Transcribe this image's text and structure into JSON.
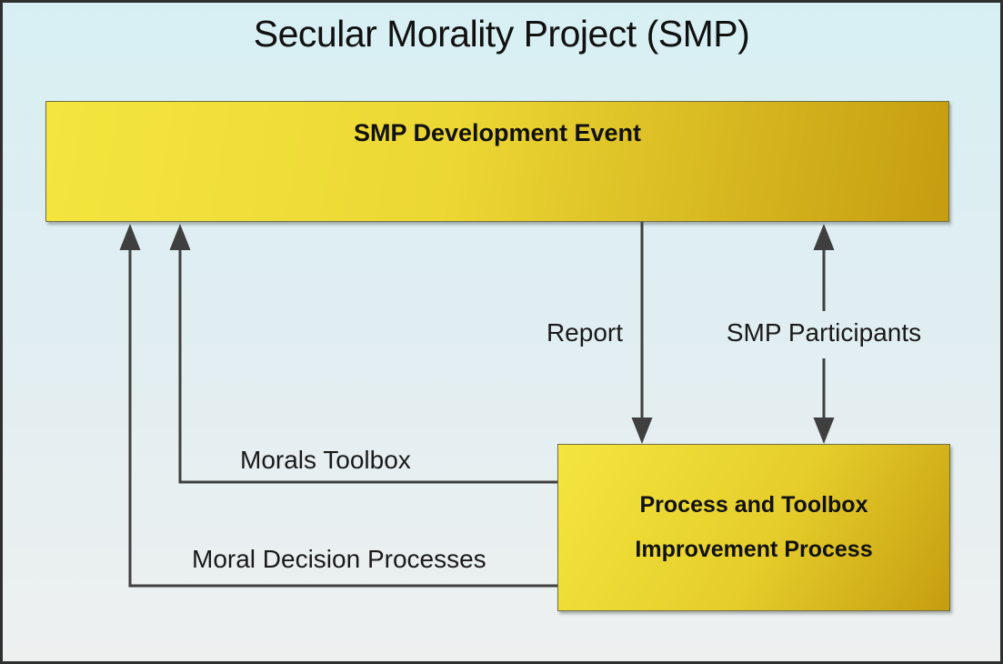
{
  "diagram": {
    "title": "Secular Morality Project (SMP)",
    "nodes": {
      "development_event": {
        "label": "SMP Development Event"
      },
      "improvement_process": {
        "label_line1": "Process and Toolbox",
        "label_line2": "Improvement Process"
      }
    },
    "edges": {
      "report": {
        "label": "Report",
        "direction": "down",
        "from": "development_event",
        "to": "improvement_process"
      },
      "smp_participants": {
        "label": "SMP Participants",
        "direction": "both",
        "from": "development_event",
        "to": "improvement_process"
      },
      "morals_toolbox": {
        "label": "Morals Toolbox",
        "direction": "up",
        "from": "improvement_process",
        "to": "development_event"
      },
      "moral_decision_processes": {
        "label": "Moral Decision Processes",
        "direction": "up",
        "from": "improvement_process",
        "to": "development_event"
      }
    },
    "colors": {
      "background_top": "#d7eff3",
      "background_bottom": "#eef0f0",
      "box_light": "#f4e63e",
      "box_dark": "#c59d10",
      "box_border": "#6e6e46",
      "line_color": "#3f3f3f",
      "text_color": "#111111",
      "frame_border": "#2f2f2f"
    }
  }
}
